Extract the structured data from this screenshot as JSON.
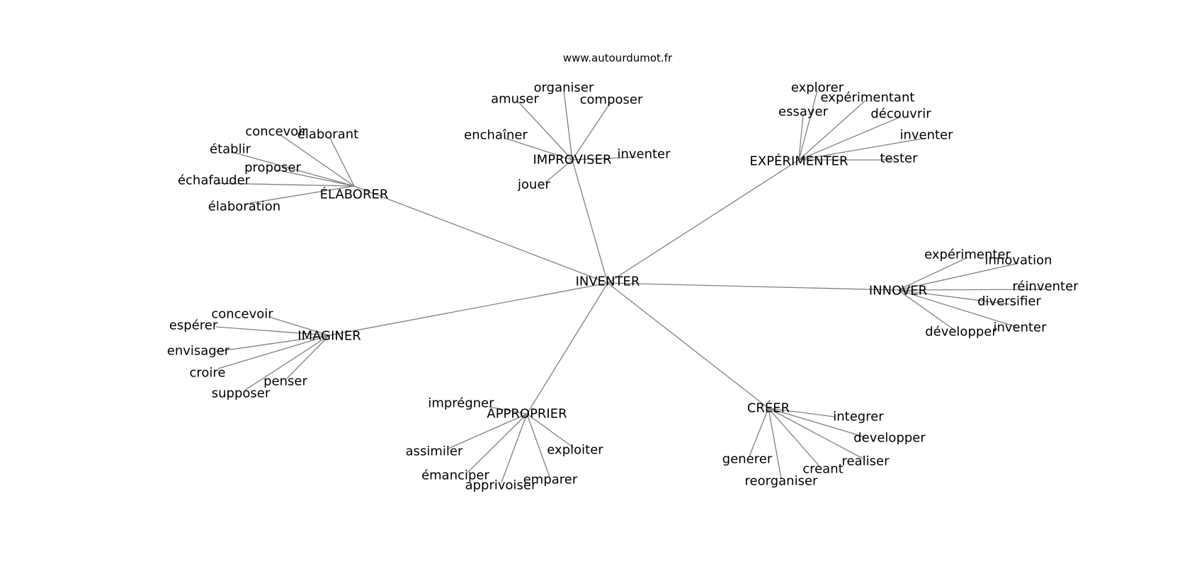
{
  "site": "www.autourdumot.fr",
  "root": "INVENTER",
  "groups": [
    {
      "id": "elaborer",
      "label": "ÉLABORER",
      "children": [
        "concevoir",
        "élaborant",
        "établir",
        "proposer",
        "échafauder",
        "élaboration"
      ]
    },
    {
      "id": "improviser",
      "label": "IMPROVISER",
      "children": [
        "organiser",
        "amuser",
        "composer",
        "enchaîner",
        "inventer",
        "jouer"
      ]
    },
    {
      "id": "experimenter",
      "label": "EXPÉRIMENTER",
      "children": [
        "explorer",
        "expérimentant",
        "essayer",
        "découvrir",
        "inventer",
        "tester"
      ]
    },
    {
      "id": "innover",
      "label": "INNOVER",
      "children": [
        "expérimenter",
        "innovation",
        "réinventer",
        "diversifier",
        "développer",
        "inventer"
      ]
    },
    {
      "id": "imaginer",
      "label": "IMAGINER",
      "children": [
        "concevoir",
        "espérer",
        "envisager",
        "croire",
        "penser",
        "supposer"
      ]
    },
    {
      "id": "approprier",
      "label": "APPROPRIER",
      "children": [
        "imprégner",
        "assimiler",
        "exploiter",
        "émanciper",
        "apprivoiser",
        "emparer"
      ]
    },
    {
      "id": "creer",
      "label": "CRÉER",
      "children": [
        "integrer",
        "developper",
        "generer",
        "realiser",
        "creant",
        "reorganiser"
      ]
    }
  ]
}
